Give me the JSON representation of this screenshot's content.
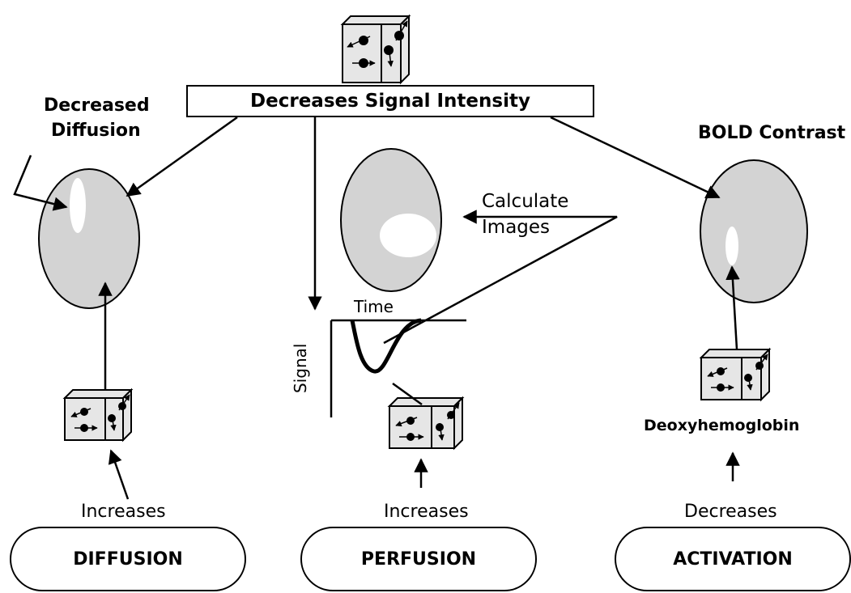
{
  "header": {
    "title": "Decreases Signal Intensity"
  },
  "labels": {
    "decreased_diffusion_1": "Decreased",
    "decreased_diffusion_2": "Diffusion",
    "bold_contrast": "BOLD Contrast",
    "calculate": "Calculate",
    "images": "Images",
    "time": "Time",
    "signal": "Signal",
    "deoxyhemoglobin": "Deoxyhemoglobin",
    "increases_left": "Increases",
    "increases_mid": "Increases",
    "decreases_right": "Decreases"
  },
  "categories": [
    {
      "label": "DIFFUSION"
    },
    {
      "label": "PERFUSION"
    },
    {
      "label": "ACTIVATION"
    }
  ],
  "colors": {
    "ellipse_fill": "#d3d3d3",
    "box_fill": "#e6e6e6",
    "stroke": "#000000",
    "highlight": "#ffffff"
  }
}
